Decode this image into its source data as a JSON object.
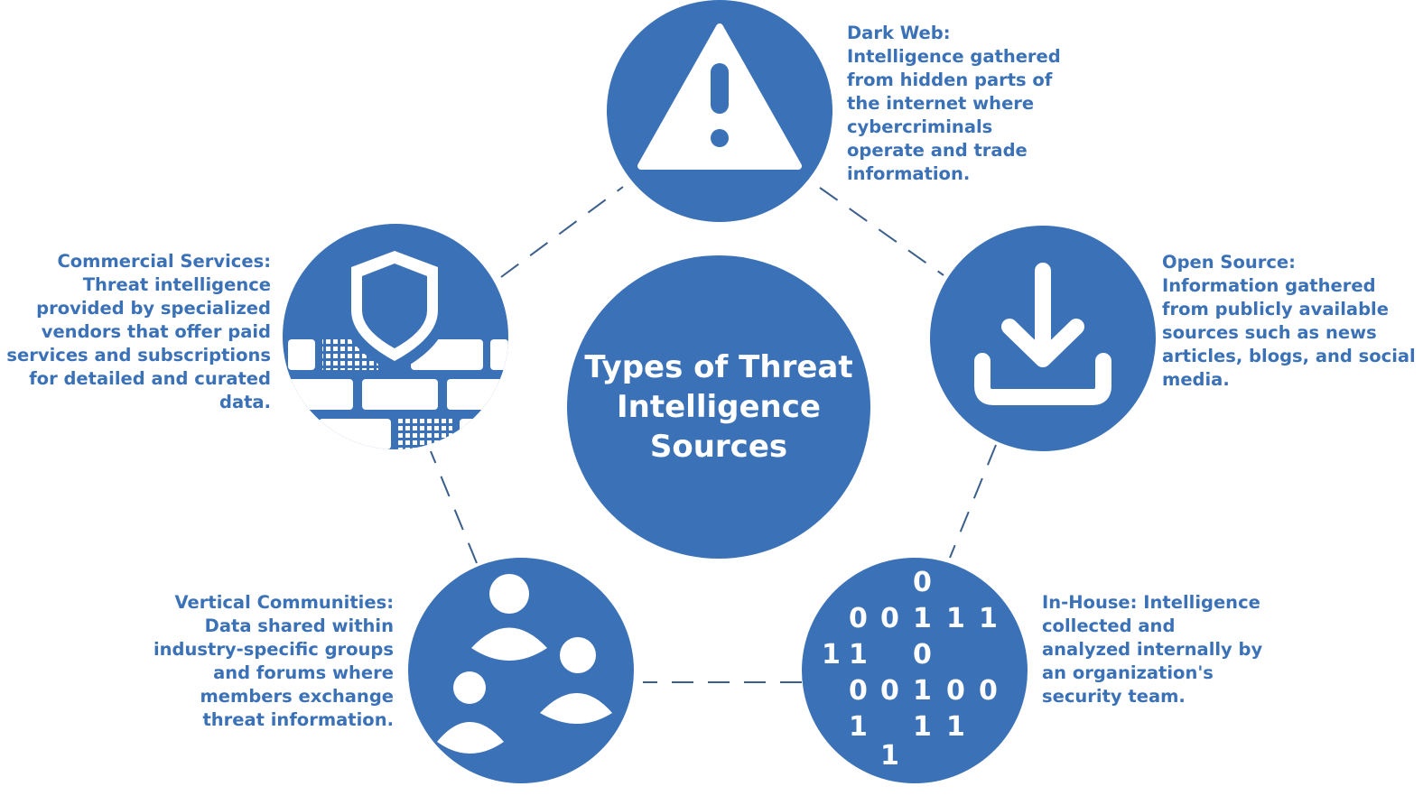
{
  "center": {
    "title": "Types of Threat Intelligence Sources"
  },
  "sources": {
    "dark_web": {
      "label": "Dark Web:",
      "text": "Intelligence gathered from hidden parts of the internet where cybercriminals operate and trade information.",
      "icon": "warning-triangle-icon"
    },
    "open_source": {
      "label": "Open Source:",
      "text": "Information gathered from publicly available sources such as news articles, blogs, and social media.",
      "icon": "download-icon"
    },
    "in_house": {
      "label": "In-House:",
      "text": "Intelligence collected and analyzed internally by an organization's security team.",
      "icon": "binary-data-icon",
      "binary_digits": [
        "0",
        "0",
        "0",
        "1",
        "1",
        "1",
        "1",
        "1",
        "0",
        "0",
        "0",
        "1",
        "0",
        "0",
        "1",
        "1",
        "1",
        "1"
      ]
    },
    "vertical": {
      "label": "Vertical Communities:",
      "text": "Data shared within industry-specific groups and forums where members exchange threat information.",
      "icon": "user-group-icon"
    },
    "commercial": {
      "label": "Commercial Services:",
      "text": "Threat intelligence provided by specialized vendors that offer paid services and subscriptions for detailed and curated data.",
      "icon": "shield-firewall-icon"
    }
  },
  "colors": {
    "primary": "#3b71b7",
    "icon": "#ffffff",
    "connector": "#3b5f8a"
  }
}
